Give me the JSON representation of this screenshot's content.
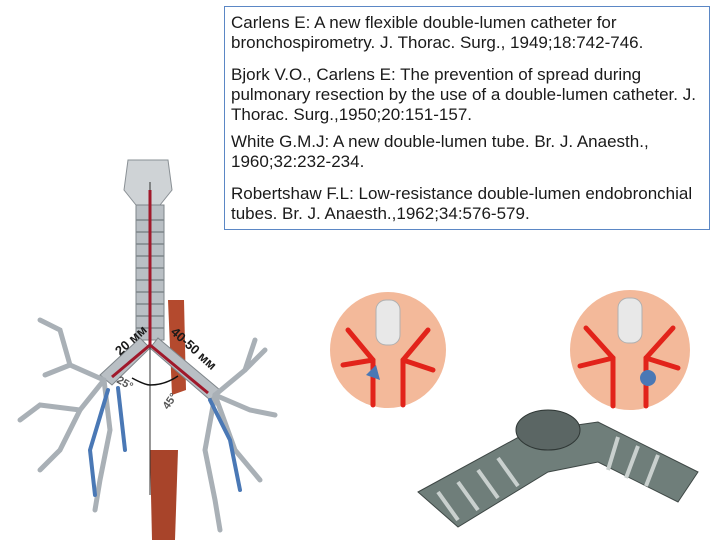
{
  "references": [
    "Carlens E: A new flexible double-lumen catheter for bronchospirometry. J. Thorac. Surg., 1949;18:742-746.",
    "Bjork V.O., Carlens E: The prevention of spread during pulmonary resection by the use of a double-lumen catheter. J. Thorac. Surg.,1950;20:151-157.",
    "White G.M.J: A new double-lumen tube. Br. J. Anaesth., 1960;32:232-234.",
    "Robertshaw F.L: Low-resistance double-lumen endobronchial tubes. Br. J. Anaesth.,1962;34:576-579."
  ],
  "measurements": {
    "right_main_bronchus": "20 мм",
    "left_main_bronchus": "40-50 мм",
    "right_angle": "25°",
    "left_angle": "45°"
  },
  "colors": {
    "border": "#5b87c5",
    "trachea": "#b9bfc4",
    "measure_line": "#a0182a",
    "vessel_red": "#e2231a",
    "vessel_blue": "#4a78b5",
    "muscle": "#a8442a"
  }
}
